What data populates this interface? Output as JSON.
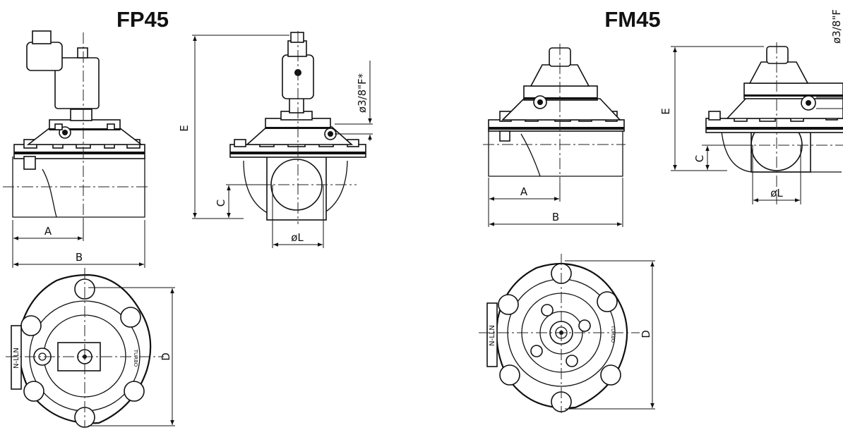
{
  "figures": [
    {
      "id": "fp45",
      "title": "FP45",
      "dims": {
        "a": "A",
        "b": "B",
        "c": "C",
        "d": "D",
        "e": "E",
        "l": "øL",
        "port": "ø3/8\"F*"
      },
      "stamp": "N-LLN",
      "brand": "TURBO"
    },
    {
      "id": "fm45",
      "title": "FM45",
      "dims": {
        "a": "A",
        "b": "B",
        "c": "C",
        "d": "D",
        "e": "E",
        "l": "øL",
        "port": "ø3/8\"F"
      },
      "stamp": "N-LLN",
      "brand": "TURBO"
    }
  ],
  "colors": {
    "line": "#111111",
    "background": "#ffffff"
  }
}
